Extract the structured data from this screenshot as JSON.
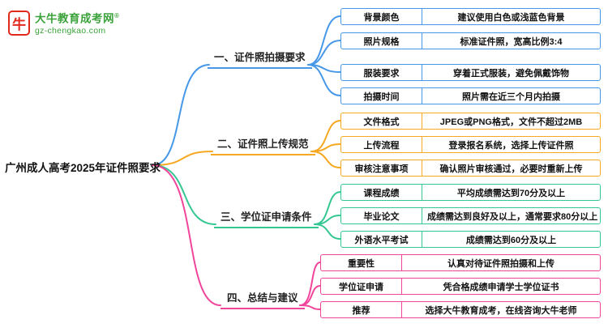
{
  "logo": {
    "site_name": "大牛教育成考网",
    "reg_mark": "®",
    "domain": "gz-chengkao.com",
    "icon_char": "牛"
  },
  "root": {
    "title": "广州成人高考2025年证件照要求"
  },
  "colors": {
    "branch1_blue": "#4798E8",
    "branch2_orange": "#F7A823",
    "branch3_green": "#35C792",
    "branch4_pink": "#F1449B",
    "logo_red": "#E02A1C",
    "logo_green": "#3BA23B"
  },
  "branches": [
    {
      "label": "一、证件照拍摄要求",
      "color": "#4798E8",
      "items": [
        {
          "key": "背景颜色",
          "value": "建议使用白色或浅蓝色背景"
        },
        {
          "key": "照片规格",
          "value": "标准证件照，宽高比例3:4"
        },
        {
          "key": "服装要求",
          "value": "穿着正式服装，避免佩戴饰物"
        },
        {
          "key": "拍摄时间",
          "value": "照片需在近三个月内拍摄"
        }
      ]
    },
    {
      "label": "二、证件照上传规范",
      "color": "#F7A823",
      "items": [
        {
          "key": "文件格式",
          "value": "JPEG或PNG格式，文件不超过2MB"
        },
        {
          "key": "上传流程",
          "value": "登录报名系统，选择上传证件照"
        },
        {
          "key": "审核注意事项",
          "value": "确认照片审核通过，必要时重新上传"
        }
      ]
    },
    {
      "label": "三、学位证申请条件",
      "color": "#35C792",
      "items": [
        {
          "key": "课程成绩",
          "value": "平均成绩需达到70分及以上"
        },
        {
          "key": "毕业论文",
          "value": "成绩需达到良好及以上，通常要求80分以上"
        },
        {
          "key": "外语水平考试",
          "value": "成绩需达到60分及以上"
        }
      ]
    },
    {
      "label": "四、总结与建议",
      "color": "#F1449B",
      "items": [
        {
          "key": "重要性",
          "value": "认真对待证件照拍摄和上传"
        },
        {
          "key": "学位证申请",
          "value": "凭合格成绩申请学士学位证书"
        },
        {
          "key": "推荐",
          "value": "选择大牛教育成考，在线咨询大牛老师"
        }
      ]
    }
  ]
}
